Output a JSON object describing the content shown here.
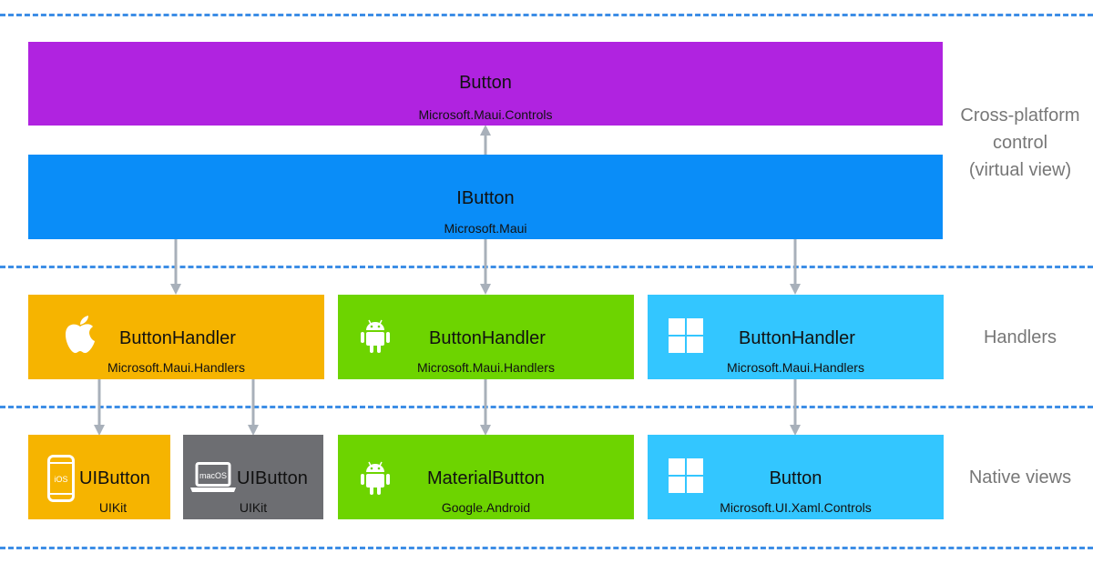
{
  "colors": {
    "purple": "#b023e0",
    "blue": "#0a8df8",
    "orange": "#f6b400",
    "green": "#6dd400",
    "lightblue": "#33c6ff",
    "gray": "#6d6e72",
    "dash": "#3d8ee6",
    "arrow": "#a8b0ba"
  },
  "cross_platform": {
    "button": {
      "title": "Button",
      "namespace": "Microsoft.Maui.Controls"
    },
    "ibutton": {
      "title": "IButton",
      "namespace": "Microsoft.Maui"
    }
  },
  "handlers": [
    {
      "icon": "apple-icon",
      "title": "ButtonHandler",
      "namespace": "Microsoft.Maui.Handlers"
    },
    {
      "icon": "android-icon",
      "title": "ButtonHandler",
      "namespace": "Microsoft.Maui.Handlers"
    },
    {
      "icon": "windows-icon",
      "title": "ButtonHandler",
      "namespace": "Microsoft.Maui.Handlers"
    }
  ],
  "native_views": [
    {
      "icon": "iphone-icon",
      "badge": "iOS",
      "title": "UIButton",
      "namespace": "UIKit"
    },
    {
      "icon": "laptop-icon",
      "badge": "macOS",
      "title": "UIButton",
      "namespace": "UIKit"
    },
    {
      "icon": "android-icon",
      "title": "MaterialButton",
      "namespace": "Google.Android"
    },
    {
      "icon": "windows-icon",
      "title": "Button",
      "namespace": "Microsoft.UI.Xaml.Controls"
    }
  ],
  "side_labels": {
    "cross_platform_line1": "Cross-platform",
    "cross_platform_line2": "control",
    "cross_platform_line3": "(virtual view)",
    "handlers": "Handlers",
    "native_views": "Native views"
  }
}
